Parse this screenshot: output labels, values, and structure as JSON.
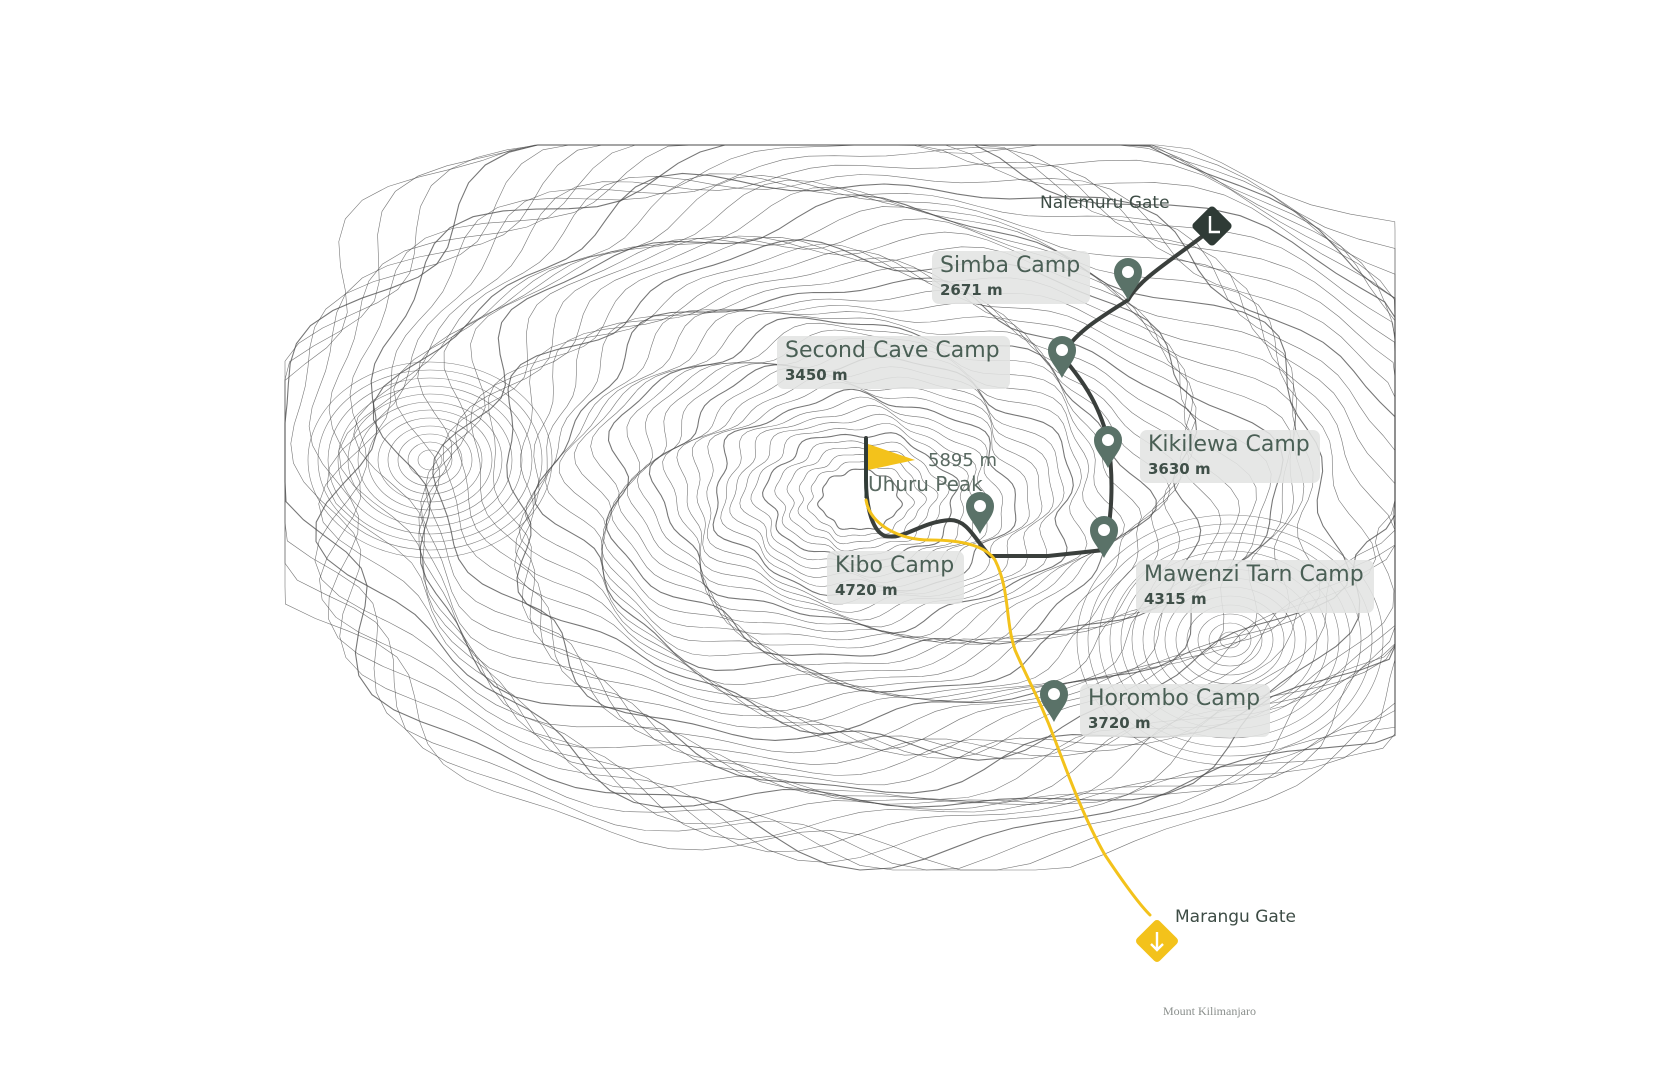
{
  "map": {
    "caption": "Mount Kilimanjaro",
    "summit": {
      "name": "Uhuru Peak",
      "altitude": "5895 m"
    },
    "gates": [
      {
        "name": "Nalemuru Gate",
        "icon": "arrow-down-left-icon",
        "color": "#2f3b36"
      },
      {
        "name": "Marangu Gate",
        "icon": "arrow-down-icon",
        "color": "#f3c21b"
      }
    ],
    "camps": [
      {
        "name": "Simba Camp",
        "altitude": "2671 m"
      },
      {
        "name": "Second Cave Camp",
        "altitude": "3450 m"
      },
      {
        "name": "Kikilewa Camp",
        "altitude": "3630 m"
      },
      {
        "name": "Mawenzi Tarn Camp",
        "altitude": "4315 m"
      },
      {
        "name": "Kibo Camp",
        "altitude": "4720 m"
      },
      {
        "name": "Horombo Camp",
        "altitude": "3720 m"
      }
    ],
    "routes": {
      "ascent_color": "#3a3f3c",
      "descent_color": "#f3c21b"
    },
    "colors": {
      "pin": "#5a7268",
      "contour": "#4a4a4a",
      "flag": "#f3c21b"
    }
  }
}
